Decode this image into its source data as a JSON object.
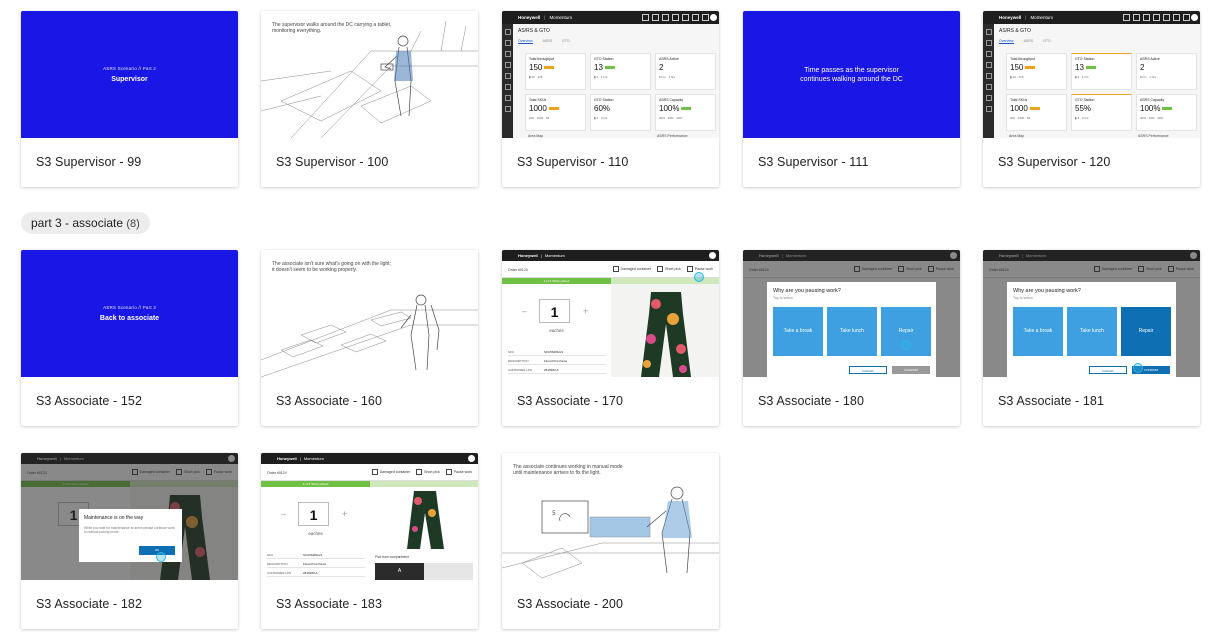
{
  "row1": [
    {
      "caption": "S3 Supervisor - 99",
      "kicker": "ASRS Scenario  //  Part 2",
      "title": "Supervisor"
    },
    {
      "caption": "S3 Supervisor - 100",
      "text": "The supervisor walks around the DC carrying a tablet, monitoring everything."
    },
    {
      "caption": "S3 Supervisor - 110"
    },
    {
      "caption": "S3 Supervisor - 111",
      "line1": "Time passes as the supervisor",
      "line2": "continues walking around the DC"
    },
    {
      "caption": "S3 Supervisor - 120"
    }
  ],
  "group": {
    "label": "part 3 - associate",
    "count": "(8)"
  },
  "row2": [
    {
      "caption": "S3 Associate - 152",
      "kicker": "ASRS Scenario  //  Part 3",
      "title": "Back to associate"
    },
    {
      "caption": "S3 Associate - 160",
      "text": "The associate isn't sure what's going on with the light; it doesn't seem to be working properly."
    },
    {
      "caption": "S3 Associate - 170"
    },
    {
      "caption": "S3 Associate - 180"
    },
    {
      "caption": "S3 Associate - 181"
    }
  ],
  "row3": [
    {
      "caption": "S3 Associate - 182"
    },
    {
      "caption": "S3 Associate - 183"
    },
    {
      "caption": "S3 Associate - 200",
      "text": "The associate continues working in manual mode until maintenance arrives to fix the light."
    }
  ],
  "dashboard": {
    "brand": "Honeywell",
    "product": "Momentum",
    "title": "AS/RS & GTO",
    "tabs": [
      "Overview",
      "ASRS",
      "GTO"
    ],
    "tiles": [
      {
        "label": "Total throughput",
        "value": "150"
      },
      {
        "label": "GTO Station",
        "value": "13"
      },
      {
        "label": "ASRS Active",
        "value": "2"
      },
      {
        "label": "Total SKUs",
        "value": "1000"
      },
      {
        "label": "GTO Station",
        "value": "60%"
      },
      {
        "label": "ASRS Capacity",
        "value": "100%"
      }
    ],
    "tiles_alt_value": "55%",
    "area_map": "Area Map",
    "asrs_perf": "ASRS Performance"
  },
  "order": {
    "brand": "Honeywell",
    "product": "Momentum",
    "order_id": "Order #0124",
    "actions": [
      "Damaged container",
      "Short pick",
      "Pause work"
    ],
    "progress": "2 of 6 SKUs picked",
    "qty": "1",
    "unit": "eaches",
    "rows": [
      {
        "k": "SKU",
        "v": "SKU5648G/21"
      },
      {
        "k": "DESCRIPTION",
        "v": "Floral Print Pants"
      },
      {
        "k": "CONTAINER LPN",
        "v": "2819283-A"
      }
    ],
    "compartment_label": "Pick from compartment",
    "compartment": "A"
  },
  "pause_dialog": {
    "title": "Why are you pausing work?",
    "subtitle": "Tap to select",
    "options": [
      "Take a break",
      "Take lunch",
      "Repair"
    ],
    "cancel": "CANCEL",
    "confirm": "CONFIRM"
  },
  "maint_dialog": {
    "title": "Maintenance is on the way",
    "text": "While you wait for maintenance to arrive please continue work in manual picking mode.",
    "button": "OK"
  },
  "colors": {
    "slide_blue": "#1a16e6",
    "accent_blue": "#3ea0e0",
    "accent_dark": "#0f6fb3",
    "progress_green": "#70c043",
    "warn_orange": "#f0a21d"
  }
}
